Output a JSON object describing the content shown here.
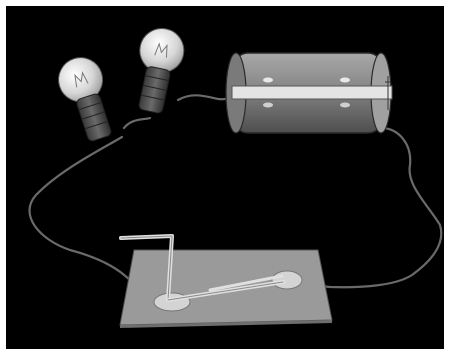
{
  "figure": {
    "subject": "series-circuit-with-two-bulbs-battery-and-knife-switch",
    "components": [
      "light-bulb",
      "light-bulb",
      "battery",
      "switch"
    ],
    "switch_state": "open",
    "colors": {
      "frame": "#ffffff",
      "background": "#000000",
      "glass": "#e8e8e8",
      "socket": "#505050",
      "battery": "#8c8c8c",
      "board": "#9a9a9a",
      "metal": "#d8d8d8",
      "wire": "#6a6a6a"
    }
  }
}
